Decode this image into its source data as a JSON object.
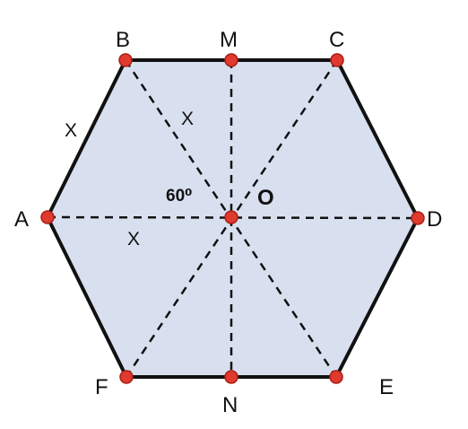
{
  "diagram": {
    "vertices": {
      "A": "A",
      "B": "B",
      "C": "C",
      "D": "D",
      "E": "E",
      "F": "F",
      "M": "M",
      "N": "N",
      "O": "O"
    },
    "measurements": {
      "side_AB": "X",
      "segment_BO": "X",
      "segment_AO": "X"
    },
    "angle": "60⁰",
    "colors": {
      "fill": "#d8e0f0",
      "outline": "#111111",
      "dashes": "#111111",
      "points": "#e03a2f"
    }
  }
}
